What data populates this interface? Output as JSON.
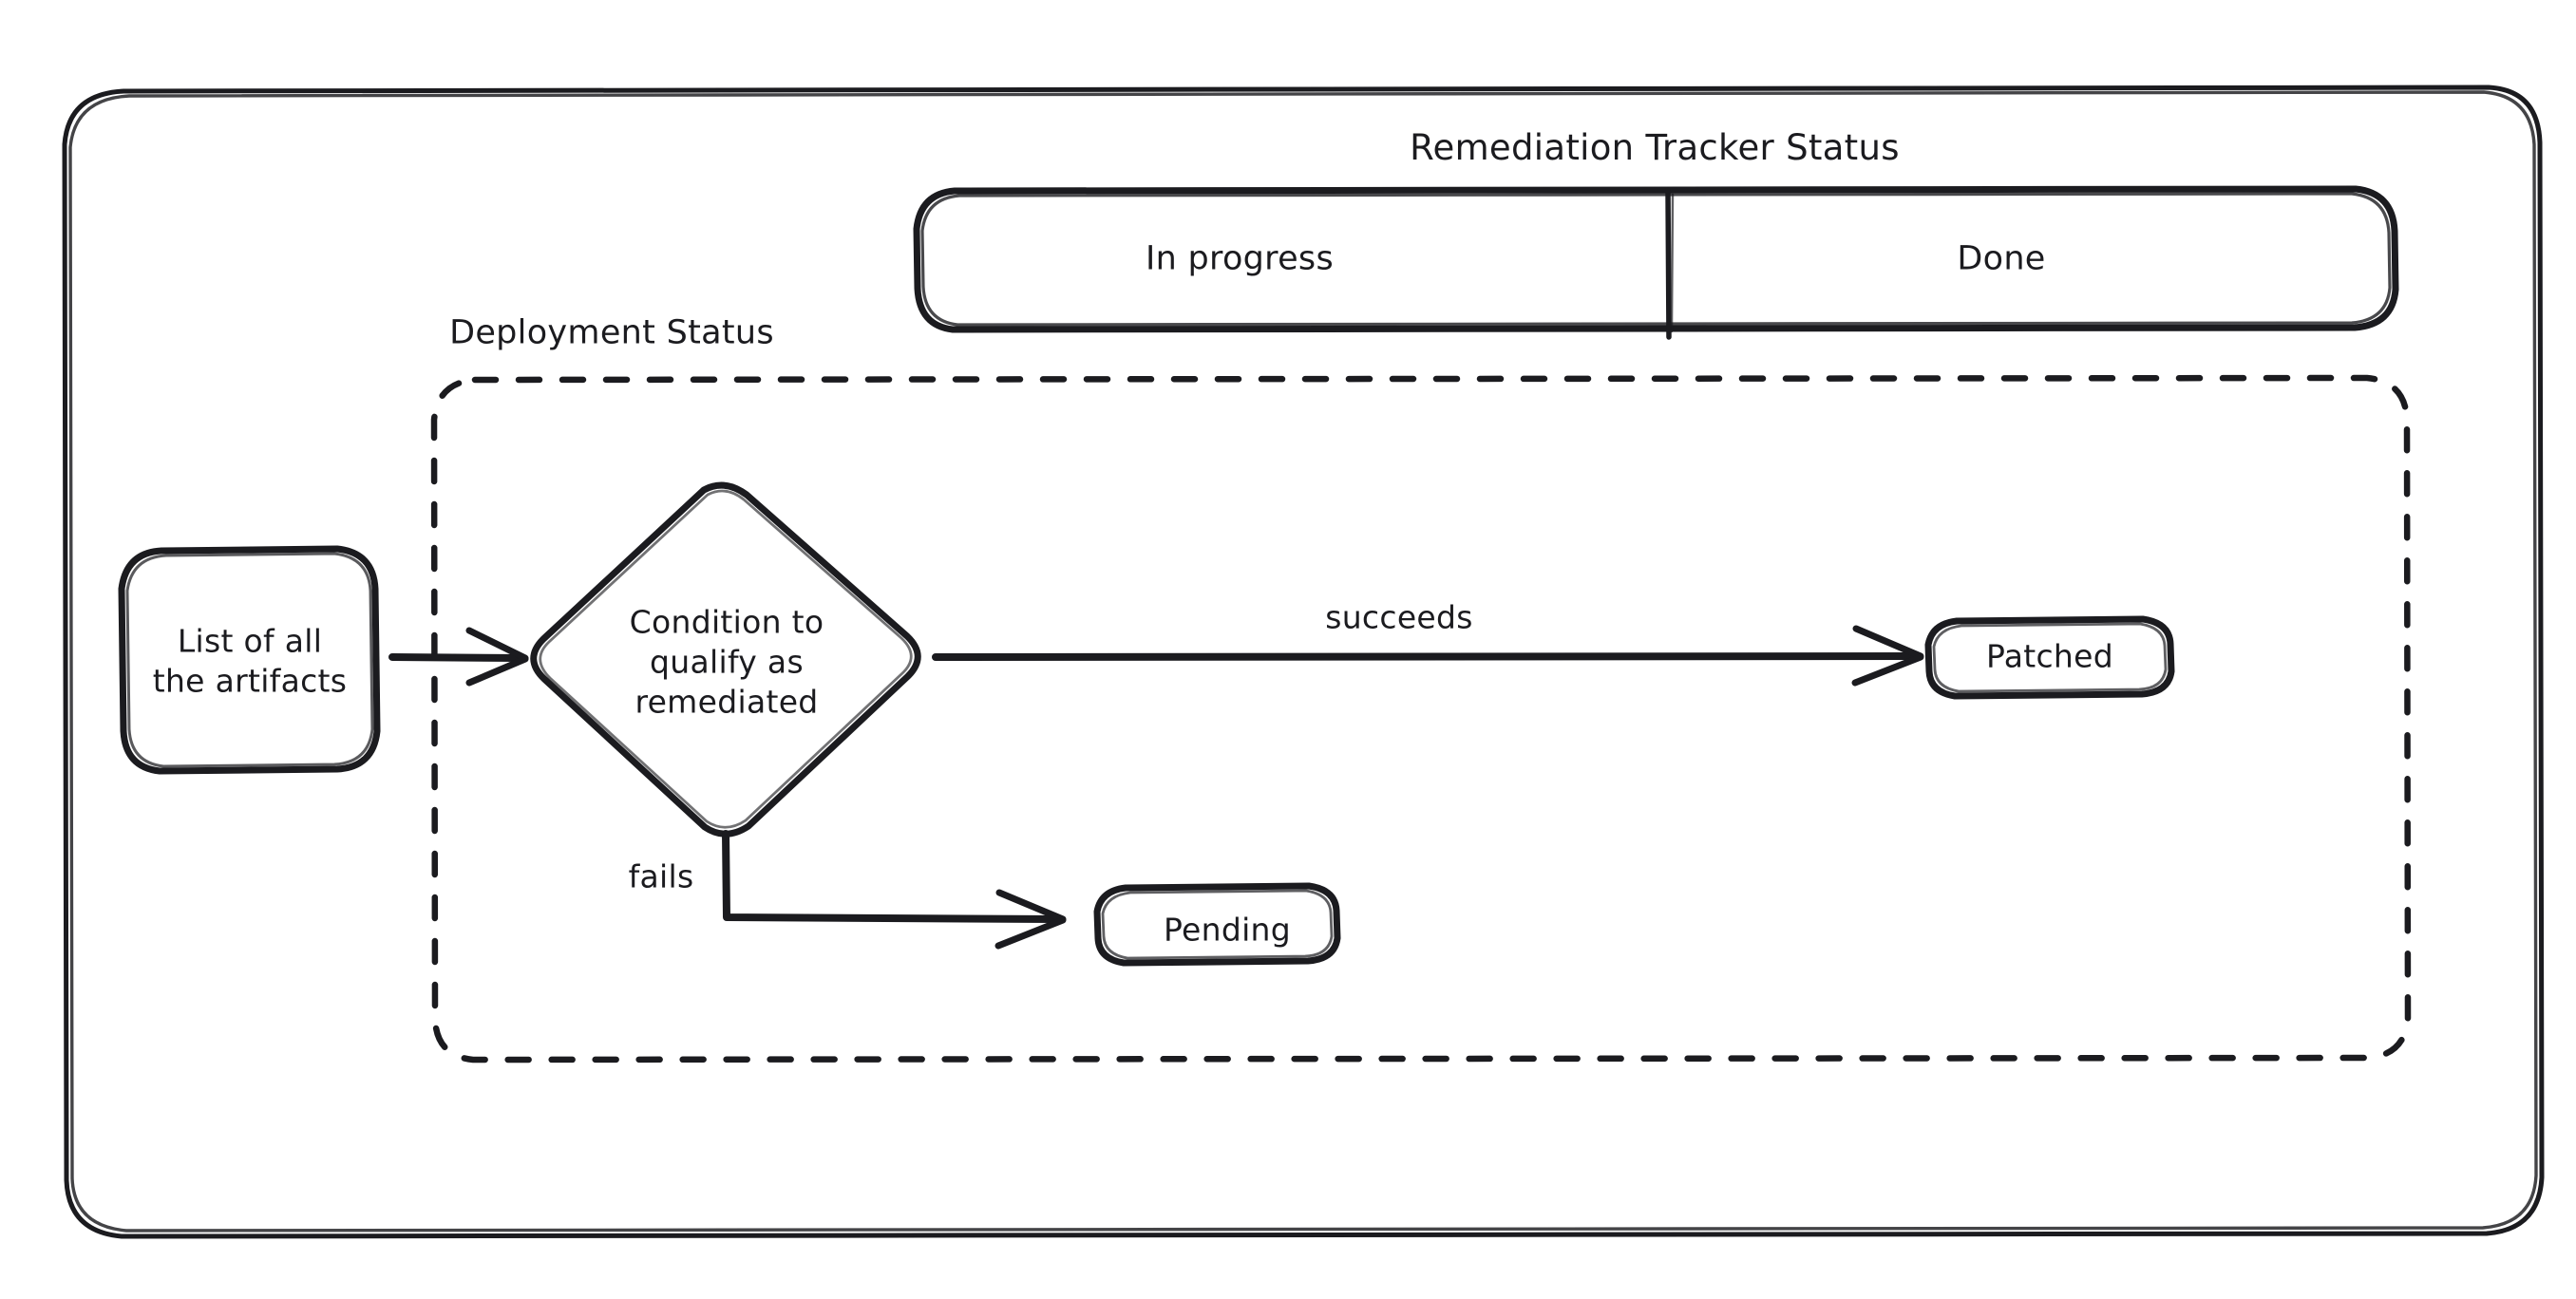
{
  "diagram": {
    "type": "flowchart",
    "title": "Remediation Tracker Status",
    "background_color": "#ffffff",
    "stroke_color": "#1b1b1f",
    "style": "hand-drawn"
  },
  "outer_frame": {
    "name": "outer-container",
    "style": "solid rounded rectangle"
  },
  "tracker": {
    "title": "Remediation Tracker Status",
    "lanes": [
      {
        "label": "In progress"
      },
      {
        "label": "Done"
      }
    ]
  },
  "deployment_group": {
    "label": "Deployment Status",
    "border_style": "dashed"
  },
  "nodes": [
    {
      "id": "artifacts",
      "label": "List of all\nthe artifacts",
      "shape": "rounded-rect"
    },
    {
      "id": "condition",
      "label": "Condition to\nqualify as\nremediated",
      "shape": "diamond"
    },
    {
      "id": "patched",
      "label": "Patched",
      "shape": "rounded-rect"
    },
    {
      "id": "pending",
      "label": "Pending",
      "shape": "rounded-rect"
    }
  ],
  "edges": [
    {
      "from": "artifacts",
      "to": "condition",
      "label": ""
    },
    {
      "from": "condition",
      "to": "patched",
      "label": "succeeds"
    },
    {
      "from": "condition",
      "to": "pending",
      "label": "fails"
    }
  ],
  "labels": {
    "artifacts_line1": "List of all",
    "artifacts_line2": "the artifacts",
    "condition_line1": "Condition to",
    "condition_line2": "qualify as",
    "condition_line3": "remediated",
    "patched": "Patched",
    "pending": "Pending",
    "succeeds": "succeeds",
    "fails": "fails",
    "in_progress": "In progress",
    "done": "Done",
    "tracker_title": "Remediation Tracker Status",
    "deployment_status": "Deployment Status"
  }
}
